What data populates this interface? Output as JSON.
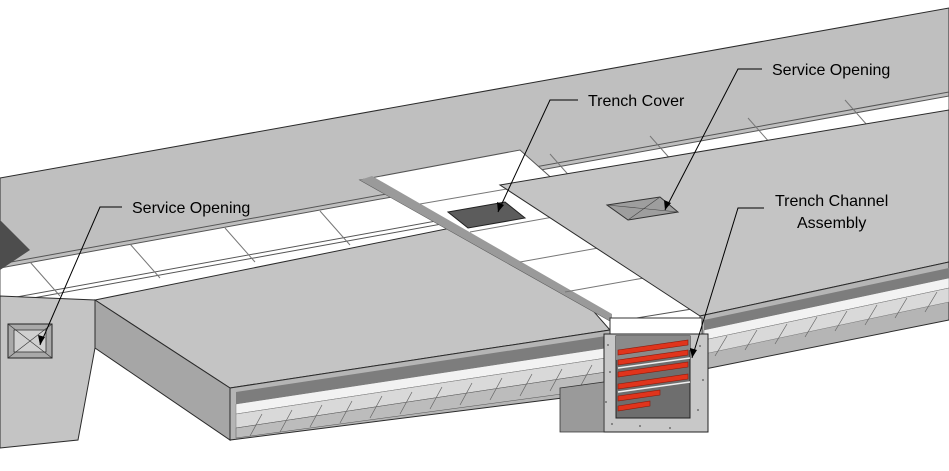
{
  "callouts": {
    "service_opening_left": "Service Opening",
    "trench_cover": "Trench Cover",
    "service_opening_right": "Service Opening",
    "trench_channel_line1": "Trench Channel",
    "trench_channel_line2": "Assembly"
  },
  "colors": {
    "slab_top": "#c4c4c4",
    "slab_top_far": "#bdbdbd",
    "cover_panel": "#ffffff",
    "concrete_side": "#a9a9a9",
    "shadow": "#7f7f7f",
    "insulation": "#f4f4f4",
    "cable_red": "#e0341c",
    "opening_dark": "#5a5a5a"
  }
}
